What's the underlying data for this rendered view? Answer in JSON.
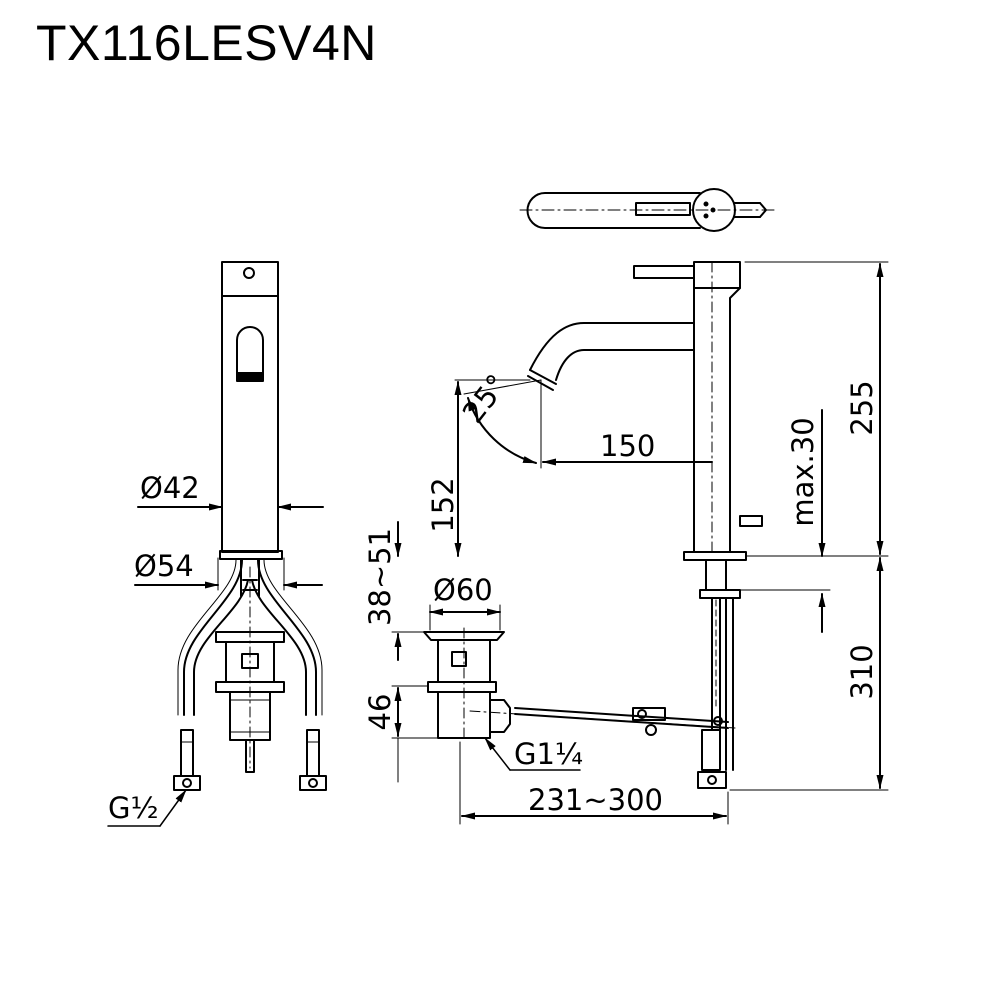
{
  "title": "TX116LESV4N",
  "dimensions": {
    "d42": "Ø42",
    "d54": "Ø54",
    "d60": "Ø60",
    "h152": "152",
    "angle25": "25°",
    "l150": "150",
    "max30": "max.30",
    "h255": "255",
    "r38_51": "38~51",
    "h46": "46",
    "h310": "310",
    "l231_300": "231~300",
    "g1_4": "G1¼",
    "g1_2": "G½"
  }
}
